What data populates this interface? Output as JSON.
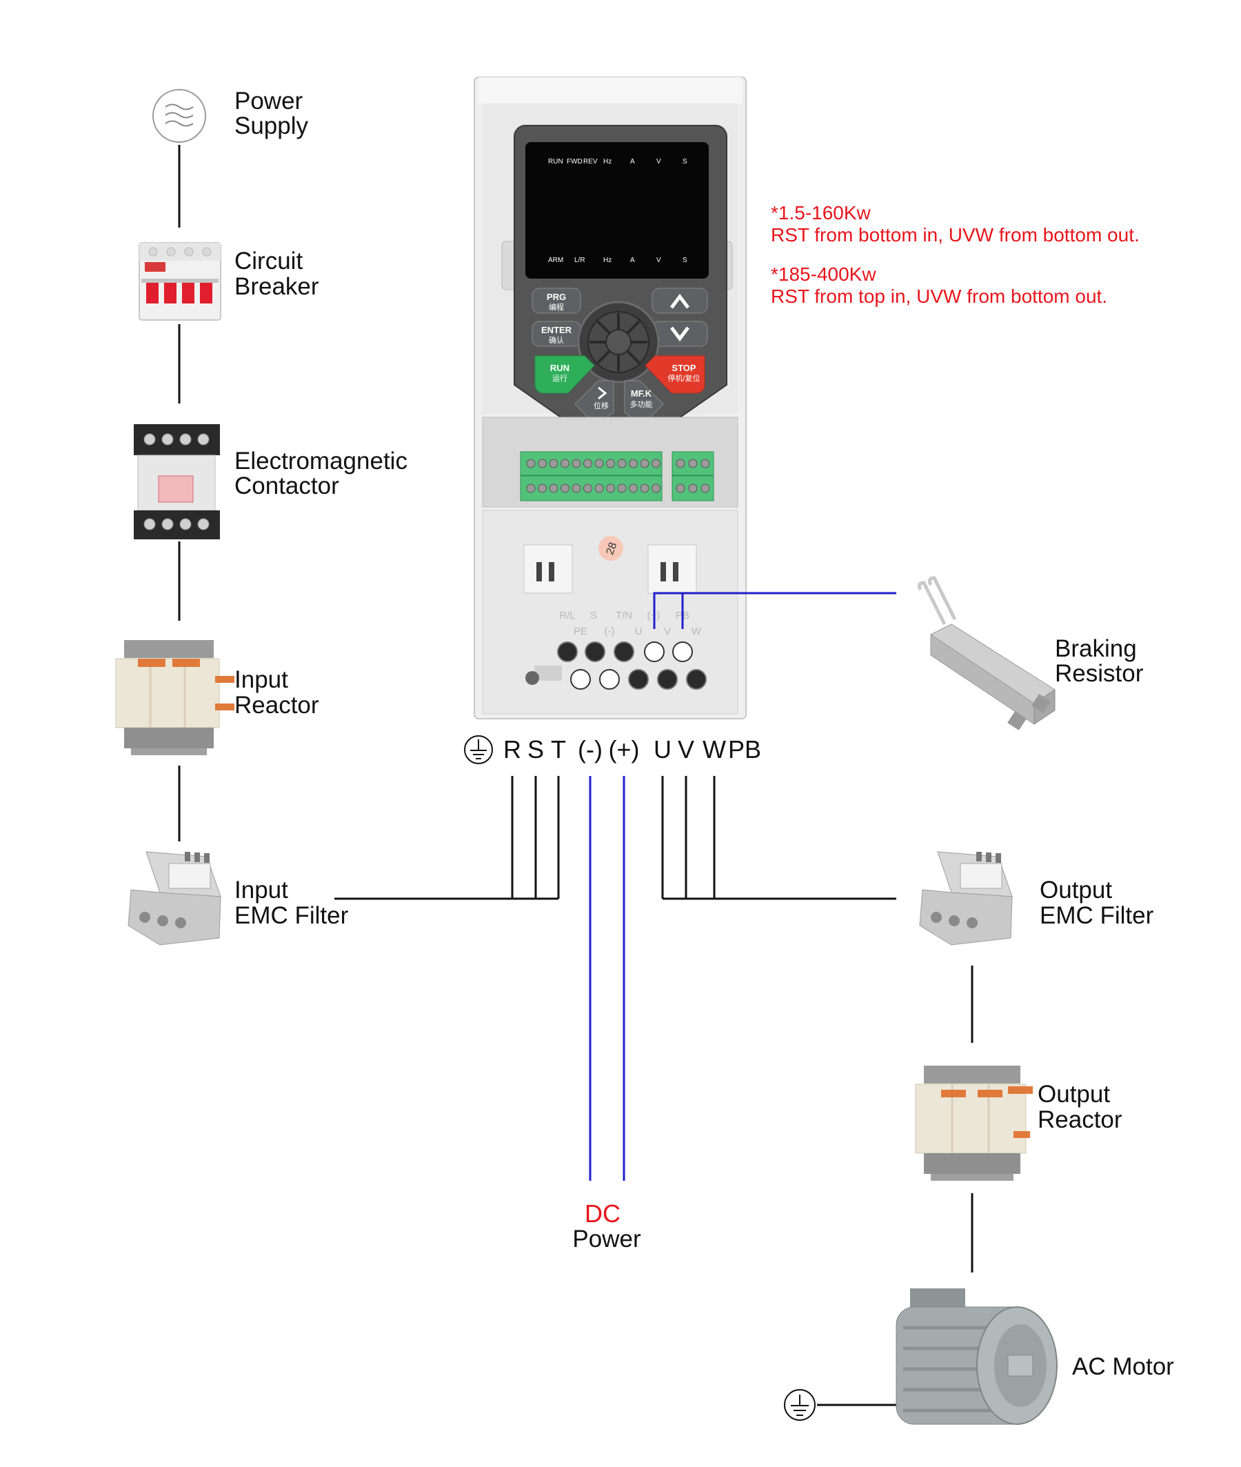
{
  "components": {
    "power_supply": [
      "Power",
      "Supply"
    ],
    "circuit_breaker": [
      "Circuit",
      "Breaker"
    ],
    "contactor": [
      "Electromagnetic",
      "Contactor"
    ],
    "input_reactor": [
      "Input",
      "Reactor"
    ],
    "input_emc_filter": [
      "Input",
      "EMC Filter"
    ],
    "braking_resistor": [
      "Braking",
      "Resistor"
    ],
    "output_emc_filter": [
      "Output",
      "EMC Filter"
    ],
    "output_reactor": [
      "Output",
      "Reactor"
    ],
    "ac_motor": "AC Motor"
  },
  "dc_power": {
    "line1": "DC",
    "line2": "Power"
  },
  "terminals": [
    "R",
    "S",
    "T",
    "(-)",
    "(+)",
    "U",
    "V",
    "W",
    "PB"
  ],
  "notes": {
    "range1": "*1.5-160Kw",
    "range1_desc": "RST from bottom in, UVW from bottom out.",
    "range2": "*185-400Kw",
    "range2_desc": "RST from top in, UVW from bottom out."
  },
  "inverter": {
    "display_top": [
      "RUN",
      "FWD",
      "REV",
      "Hz",
      "A",
      "V",
      "S"
    ],
    "display_bottom": [
      "ARM",
      "L/R",
      "Hz",
      "A",
      "V",
      "S"
    ],
    "keys": {
      "prg": [
        "PRG",
        "编程"
      ],
      "enter": [
        "ENTER",
        "确认"
      ],
      "run": [
        "RUN",
        "运行"
      ],
      "stop": [
        "STOP",
        "停机/复位"
      ],
      "shift": [
        "位移"
      ],
      "mfk": [
        "MF.K",
        "多功能"
      ]
    },
    "badge": "28",
    "terminal_labels_top": [
      "R/L",
      "S",
      "T/N",
      "(+)",
      "PB"
    ],
    "terminal_labels_mid": [
      "PE",
      "(-)",
      "U",
      "V",
      "W"
    ]
  },
  "colors": {
    "note_red": "#e8141b",
    "wire_blue": "#1f1fcc",
    "wire_black": "#111111",
    "run_green": "#2fae5a",
    "stop_red": "#e23a2a"
  }
}
